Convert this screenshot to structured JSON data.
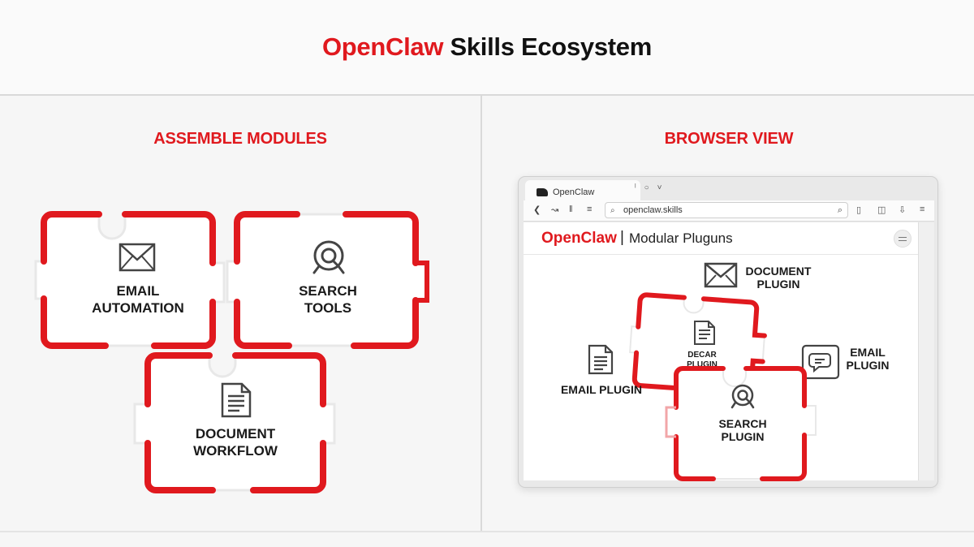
{
  "title": {
    "brand": "OpenClaw",
    "rest": " Skills Ecosystem"
  },
  "left_section": {
    "heading": "ASSEMBLE MODULES",
    "modules": [
      {
        "label": "EMAIL\nAUTOMATION",
        "icon": "envelope-icon"
      },
      {
        "label": "SEARCH\nTOOLS",
        "icon": "search-icon"
      },
      {
        "label": "DOCUMENT\nWORKFLOW",
        "icon": "document-icon"
      }
    ]
  },
  "right_section": {
    "heading": "BROWSER VIEW",
    "browser": {
      "tab_title": "OpenClaw",
      "address": "openclaw.skills",
      "page_brand": "OpenClaw",
      "page_separator": "|",
      "page_subtitle": "Modular Pluguns"
    },
    "plugins": [
      {
        "label": "DOCUMENT\nPLUGIN",
        "icon": "envelope-icon"
      },
      {
        "label": "DECAR\nPLUGIN",
        "icon": "document-icon"
      },
      {
        "label": "EMAIL PLUGIN",
        "icon": "document-icon"
      },
      {
        "label": "EMAIL\nPLUGIN",
        "icon": "chat-icon"
      },
      {
        "label": "SEARCH\nPLUGIN",
        "icon": "search-icon"
      }
    ]
  },
  "colors": {
    "accent": "#e0191e",
    "text": "#1a1a1a",
    "background": "#f6f6f6"
  }
}
